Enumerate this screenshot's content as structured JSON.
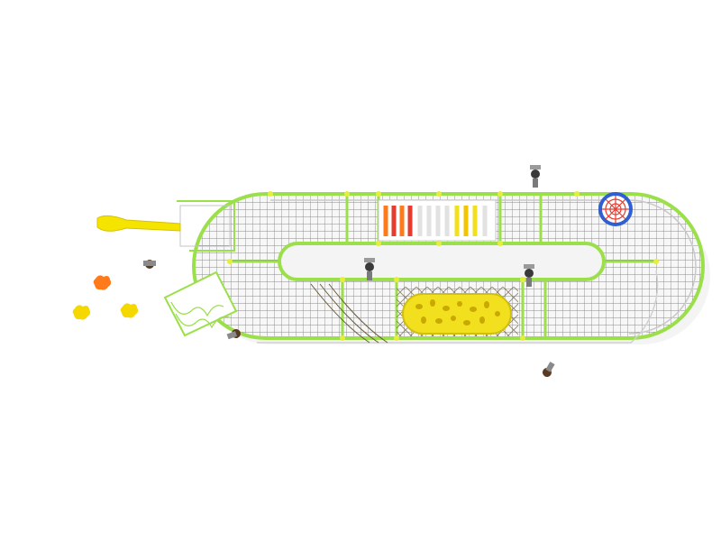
{
  "scene": {
    "background": "#ffffff",
    "colors": {
      "frame_green": "#9be04a",
      "frame_dark": "#6aa82c",
      "net_grey": "#8a8a8a",
      "slide_yellow": "#f5e400",
      "climber_yellow": "#f2df1e",
      "orange": "#ff7a1a",
      "red": "#e63b2e",
      "blue": "#2f5fd0",
      "shadow": "#e9e9e9"
    },
    "objects": [
      "oval-track-frame",
      "grid-net-walkways",
      "color-plank-bridge",
      "yellow-climbing-capsule",
      "rope-net-bridge",
      "spider-web-net",
      "tube-slide",
      "zigzag-net-ramp",
      "stepping-stones",
      "children-figures"
    ]
  }
}
